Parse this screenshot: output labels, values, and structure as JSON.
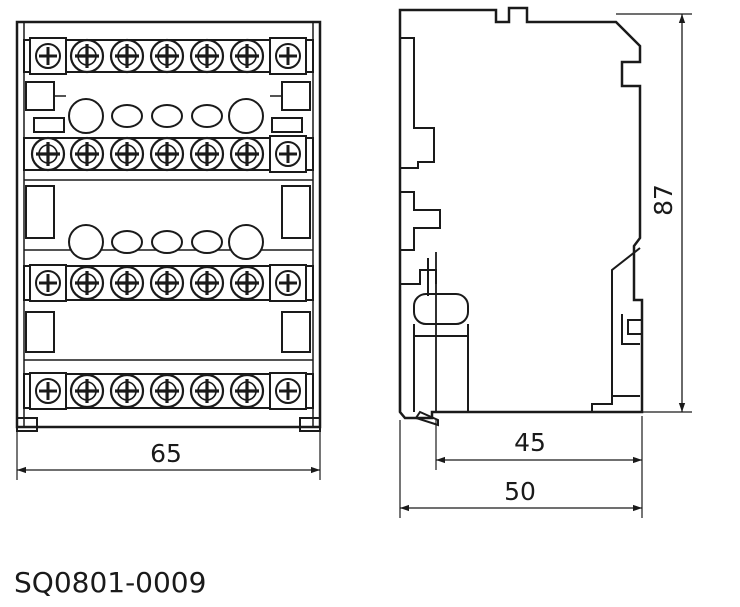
{
  "dimensions": {
    "width_front": "65",
    "depth_inner": "45",
    "depth_total": "50",
    "height": "87"
  },
  "product_code": "SQ0801-0009"
}
